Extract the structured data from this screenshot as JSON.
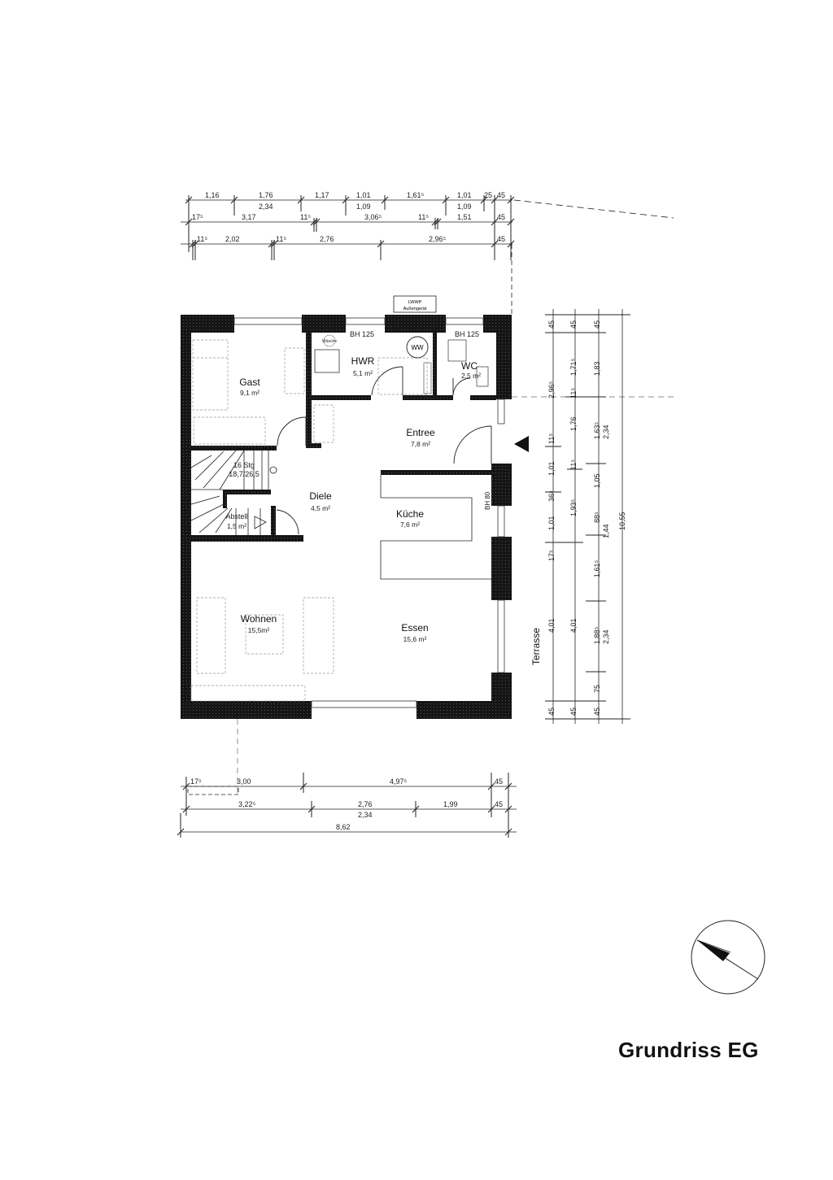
{
  "title": "Grundriss EG",
  "colors": {
    "wall": "#111111",
    "line": "#222222",
    "furniture": "#888888",
    "background": "#ffffff"
  },
  "rooms": [
    {
      "name": "Gast",
      "area": "9,1 m²"
    },
    {
      "name": "HWR",
      "area": "5,1 m²"
    },
    {
      "name": "WC",
      "area": "2,5 m²"
    },
    {
      "name": "Entree",
      "area": "7,8 m²"
    },
    {
      "name": "Diele",
      "area": "4,5 m²"
    },
    {
      "name": "Küche",
      "area": "7,6 m²"
    },
    {
      "name": "Abstell",
      "area": "1,5 m²"
    },
    {
      "name": "Wohnen",
      "area": "15,5m²"
    },
    {
      "name": "Essen",
      "area": "15,6 m²"
    }
  ],
  "labels": {
    "stairs": "16 Stg",
    "stairs_ratio": "18,7/26,5",
    "lwwp_line1": "LWWP",
    "lwwp_line2": "Außengerät",
    "bh_hwr": "BH 125",
    "bh_wc": "BH 125",
    "bh_kitchen": "BH 80",
    "waesche": "Wäsche",
    "ww": "WW",
    "terrasse": "Terrasse"
  },
  "dimensions_top": {
    "row1": [
      "1,16",
      "1,76",
      "1,17",
      "1,01",
      "1,61⁵",
      "1,01",
      "25",
      "45"
    ],
    "row1_sub": [
      "2,34",
      "1,09",
      "1,09"
    ],
    "row2": [
      "17⁵",
      "3,17",
      "11⁵",
      "3,06⁵",
      "11⁵",
      "1,51",
      "45"
    ],
    "row3": [
      "11⁵",
      "2,02",
      "11⁵",
      "2,76",
      "2,96⁵",
      "45"
    ]
  },
  "dimensions_right": {
    "col1": [
      "45",
      "2,96⁵",
      "11⁵",
      "1,01",
      "36⁵",
      "1,01",
      "17⁵",
      "4,01",
      "45"
    ],
    "col2": [
      "45",
      "1,71⁵",
      "11⁵",
      "1,76",
      "11⁵",
      "1,93⁵",
      "4,01",
      "45"
    ],
    "col3": [
      "45",
      "1,83",
      "1,63⁵",
      "1,05",
      "88⁵",
      "1,44",
      "1,61⁵",
      "1,88⁵",
      "75",
      "45"
    ],
    "col3_sub": [
      "2,34",
      "2,34"
    ],
    "col4": [
      "10,55"
    ]
  },
  "dimensions_bottom": {
    "row1": [
      "17⁵",
      "3,00",
      "4,97⁵",
      "45"
    ],
    "row2": [
      "3,22⁵",
      "2,76",
      "1,99",
      "45"
    ],
    "row2_sub": [
      "2,34"
    ],
    "row3": [
      "8,62"
    ]
  },
  "compass": {
    "icon": "north-arrow-icon"
  }
}
